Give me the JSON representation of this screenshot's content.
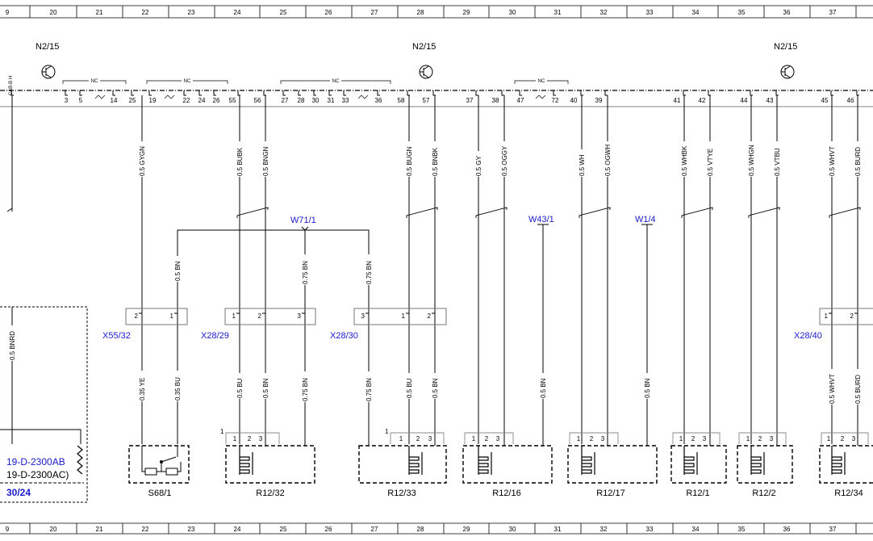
{
  "columns": [
    "9",
    "20",
    "21",
    "22",
    "23",
    "24",
    "25",
    "26",
    "27",
    "28",
    "29",
    "30",
    "31",
    "32",
    "33",
    "34",
    "35",
    "36",
    "37"
  ],
  "units": [
    {
      "name": "N2/15",
      "pos": "left"
    },
    {
      "name": "N2/15",
      "pos": "center"
    },
    {
      "name": "N2/15",
      "pos": "right"
    }
  ],
  "header_pins": [
    {
      "label": "CAB-B H",
      "vertical": true
    },
    {
      "label": "3"
    },
    {
      "label": "5"
    },
    {
      "label": "14"
    },
    {
      "label": "25"
    },
    {
      "label": "19"
    },
    {
      "label": "22"
    },
    {
      "label": "24"
    },
    {
      "label": "26"
    },
    {
      "label": "55"
    },
    {
      "label": "56"
    },
    {
      "label": "27"
    },
    {
      "label": "28"
    },
    {
      "label": "30"
    },
    {
      "label": "31"
    },
    {
      "label": "33"
    },
    {
      "label": "36"
    },
    {
      "label": "58"
    },
    {
      "label": "57"
    },
    {
      "label": "37"
    },
    {
      "label": "38"
    },
    {
      "label": "47"
    },
    {
      "label": "72"
    },
    {
      "label": "40"
    },
    {
      "label": "39"
    },
    {
      "label": "41"
    },
    {
      "label": "42"
    },
    {
      "label": "44"
    },
    {
      "label": "43"
    },
    {
      "label": "45"
    },
    {
      "label": "46"
    }
  ],
  "nc_label": "NC",
  "wires_top": [
    {
      "label": "0.5 GYGN"
    },
    {
      "label": "0.5 BUBK"
    },
    {
      "label": "0.5 BNGN"
    },
    {
      "label": "0.5 BUGN"
    },
    {
      "label": "0.5 BNBK"
    },
    {
      "label": "0.5 GY"
    },
    {
      "label": "0.5 OGGY"
    },
    {
      "label": "0.5 WH"
    },
    {
      "label": "0.5 OGWH"
    },
    {
      "label": "0.5 WHBK"
    },
    {
      "label": "0.5 VTYE"
    },
    {
      "label": "0.5 WHGN"
    },
    {
      "label": "0.5 VTBU"
    },
    {
      "label": "0.5 WHVT"
    },
    {
      "label": "0.5 BURD"
    }
  ],
  "splices": [
    {
      "name": "W71/1"
    },
    {
      "name": "W43/1"
    },
    {
      "name": "W1/4"
    }
  ],
  "splice_wires": [
    {
      "label": "0.5 BN"
    },
    {
      "label": "0.75 BN"
    },
    {
      "label": "0.75 BN"
    }
  ],
  "connectors": [
    {
      "name": "X55/32",
      "pins": [
        "2",
        "1"
      ]
    },
    {
      "name": "X28/29",
      "pins": [
        "1",
        "2",
        "3"
      ]
    },
    {
      "name": "X28/30",
      "pins": [
        "3",
        "1",
        "2"
      ]
    },
    {
      "name": "X28/40",
      "pins": [
        "1",
        "2"
      ]
    }
  ],
  "wires_bottom": [
    {
      "label": "0.5 BNRD"
    },
    {
      "label": "0.35 YE"
    },
    {
      "label": "0.35 BU"
    },
    {
      "label": "0.5 BU"
    },
    {
      "label": "0.5 BN"
    },
    {
      "label": "0.75 BN"
    },
    {
      "label": "0.75 BN"
    },
    {
      "label": "0.5 BU"
    },
    {
      "label": "0.5 BN"
    },
    {
      "label": "0.5 BN"
    },
    {
      "label": "0.5 BN"
    },
    {
      "label": "0.5 WHVT"
    },
    {
      "label": "0.5 BURD"
    }
  ],
  "left_box": {
    "ref1": "19-D-2300AB",
    "ref2": "19-D-2300AC)",
    "ref3": "30/24"
  },
  "components": [
    {
      "name": "S68/1"
    },
    {
      "name": "R12/32"
    },
    {
      "name": "R12/33"
    },
    {
      "name": "R12/16"
    },
    {
      "name": "R12/17"
    },
    {
      "name": "R12/1"
    },
    {
      "name": "R12/2"
    },
    {
      "name": "R12/34"
    }
  ],
  "bracket_pin_labels": {
    "one": "1",
    "two": "2",
    "three": "3"
  }
}
